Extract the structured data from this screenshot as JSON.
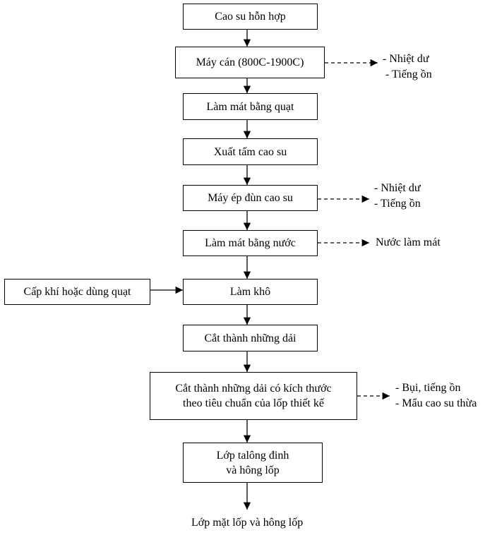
{
  "process": [
    {
      "id": "step1",
      "label": "Cao su hỗn hợp"
    },
    {
      "id": "step2",
      "label": "Máy cán (800C-1900C)"
    },
    {
      "id": "step3",
      "label": "Làm mát bằng quạt"
    },
    {
      "id": "step4",
      "label": "Xuất tấm cao su"
    },
    {
      "id": "step5",
      "label": "Máy ép đùn cao su"
    },
    {
      "id": "step6",
      "label": "Làm mát bằng nước"
    },
    {
      "id": "step7",
      "label": "Làm khô"
    },
    {
      "id": "step8",
      "label": "Cắt thành những dải"
    },
    {
      "id": "step9",
      "label": "Cắt thành những dải có kích thước\ntheo tiêu chuẩn của lốp thiết kế"
    },
    {
      "id": "step10",
      "label": "Lớp talông đinh\nvà hông lốp"
    }
  ],
  "input": {
    "label": "Cấp khí hoặc dùng quạt"
  },
  "outputs": {
    "step2": [
      "- Nhiệt dư",
      "- Tiếng ồn"
    ],
    "step5": [
      "- Nhiệt dư",
      "- Tiếng ồn"
    ],
    "step6": [
      "Nước làm mát"
    ],
    "step9": [
      "- Bụi, tiếng ồn",
      "- Mẩu cao su thừa"
    ]
  },
  "final": {
    "label": "Lớp mặt lốp và hông lốp"
  }
}
